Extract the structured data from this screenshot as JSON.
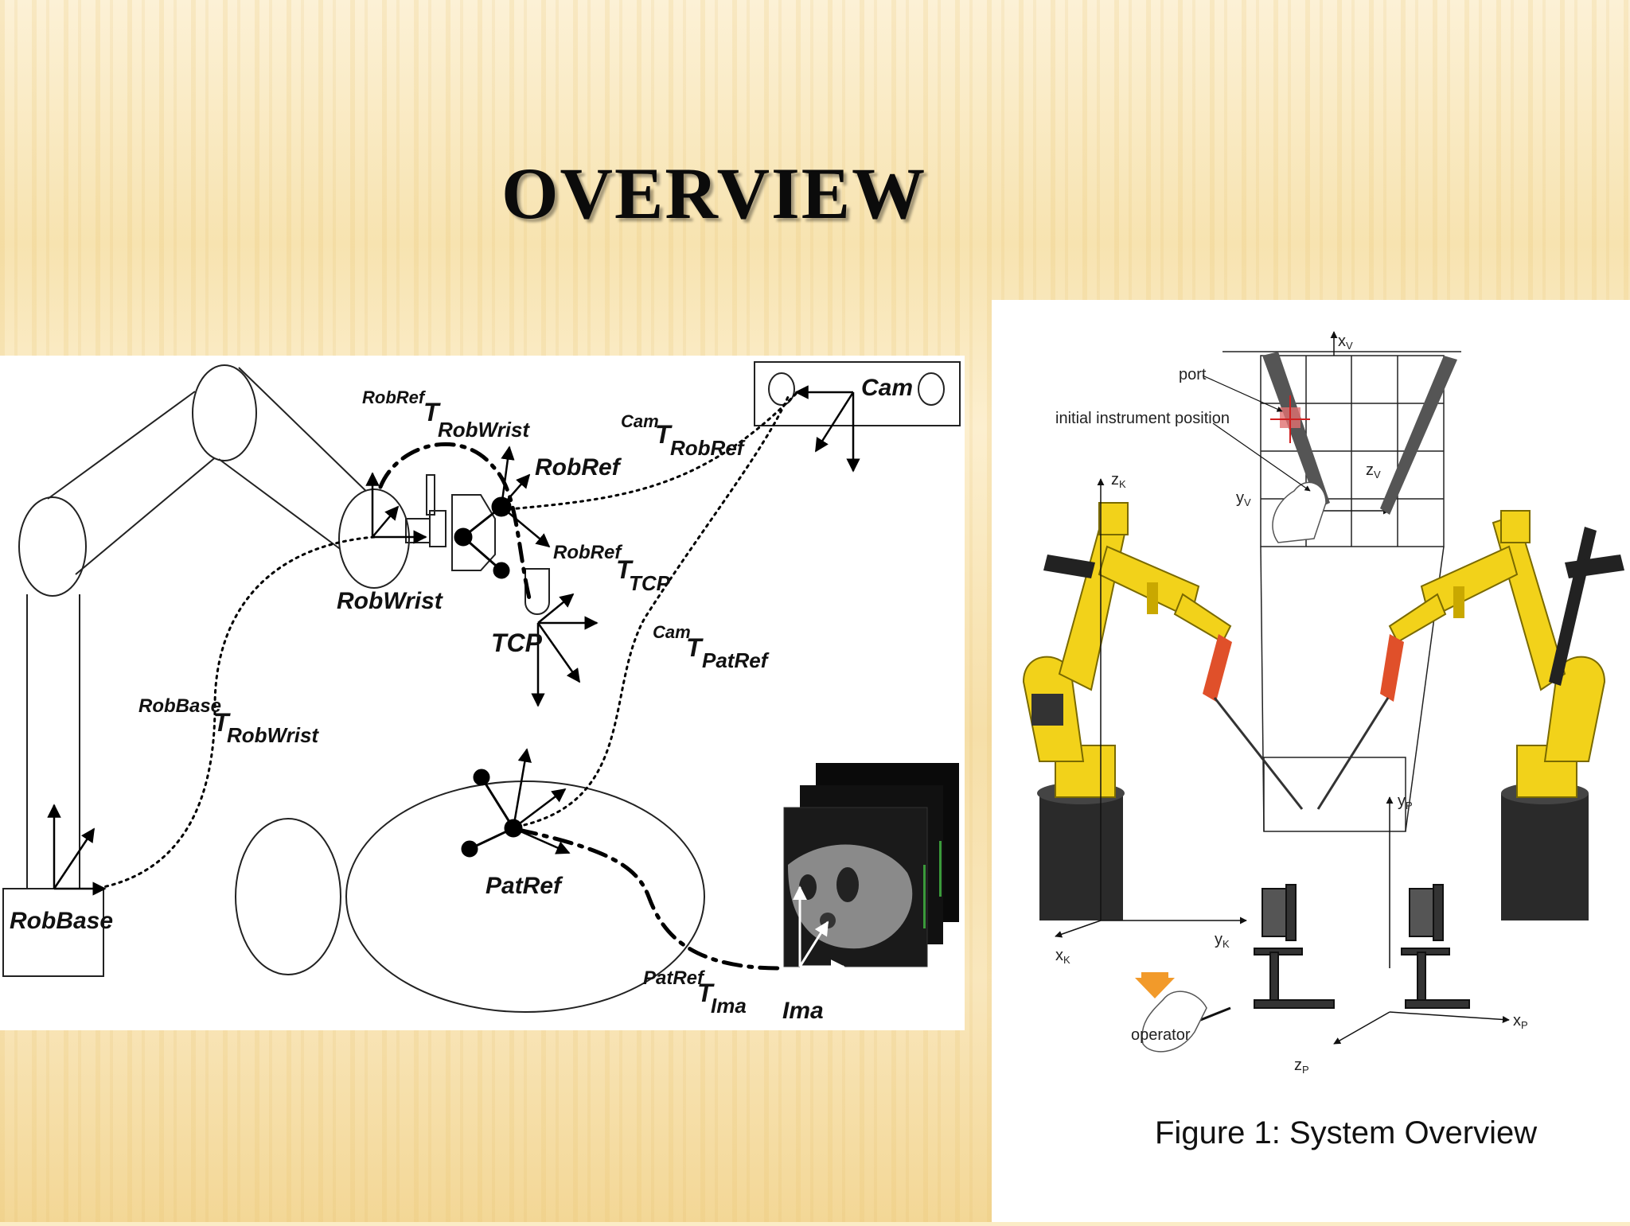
{
  "slide": {
    "title": "OVERVIEW"
  },
  "left_diagram": {
    "labels": {
      "robref_t_robwrist_sup": "RobRef",
      "robref_t_robwrist_T": "T",
      "robref_t_robwrist_sub": "RobWrist",
      "robref": "RobRef",
      "robref_t_tcp_sup": "RobRef",
      "robref_t_tcp_T": "T",
      "robref_t_tcp_sub": "TCP",
      "robwrist": "RobWrist",
      "tcp": "TCP",
      "cam": "Cam",
      "cam_t_robref_sup": "Cam",
      "cam_t_robref_T": "T",
      "cam_t_robref_sub": "RobRef",
      "cam_t_patref_sup": "Cam",
      "cam_t_patref_T": "T",
      "cam_t_patref_sub": "PatRef",
      "robbase_t_robwrist_sup": "RobBase",
      "robbase_t_robwrist_T": "T",
      "robbase_t_robwrist_sub": "RobWrist",
      "robbase": "RobBase",
      "patref": "PatRef",
      "patref_t_ima_sup": "PatRef",
      "patref_t_ima_T": "T",
      "patref_t_ima_sub": "Ima",
      "ima": "Ima"
    }
  },
  "right_diagram": {
    "labels": {
      "port": "port",
      "initial_instrument_position": "initial instrument position",
      "xv": "x",
      "xv_sub": "V",
      "zv": "z",
      "zv_sub": "V",
      "yv": "y",
      "yv_sub": "V",
      "zk": "z",
      "zk_sub": "K",
      "xk": "x",
      "xk_sub": "K",
      "yk": "y",
      "yk_sub": "K",
      "yp": "y",
      "yp_sub": "P",
      "xp": "x",
      "xp_sub": "P",
      "zp": "z",
      "zp_sub": "P",
      "operator": "operator"
    },
    "caption": "Figure 1: System Overview",
    "colors": {
      "robot_yellow": "#f2d21a",
      "robot_base": "#2a2a2a",
      "tool_red": "#e0502a"
    }
  }
}
